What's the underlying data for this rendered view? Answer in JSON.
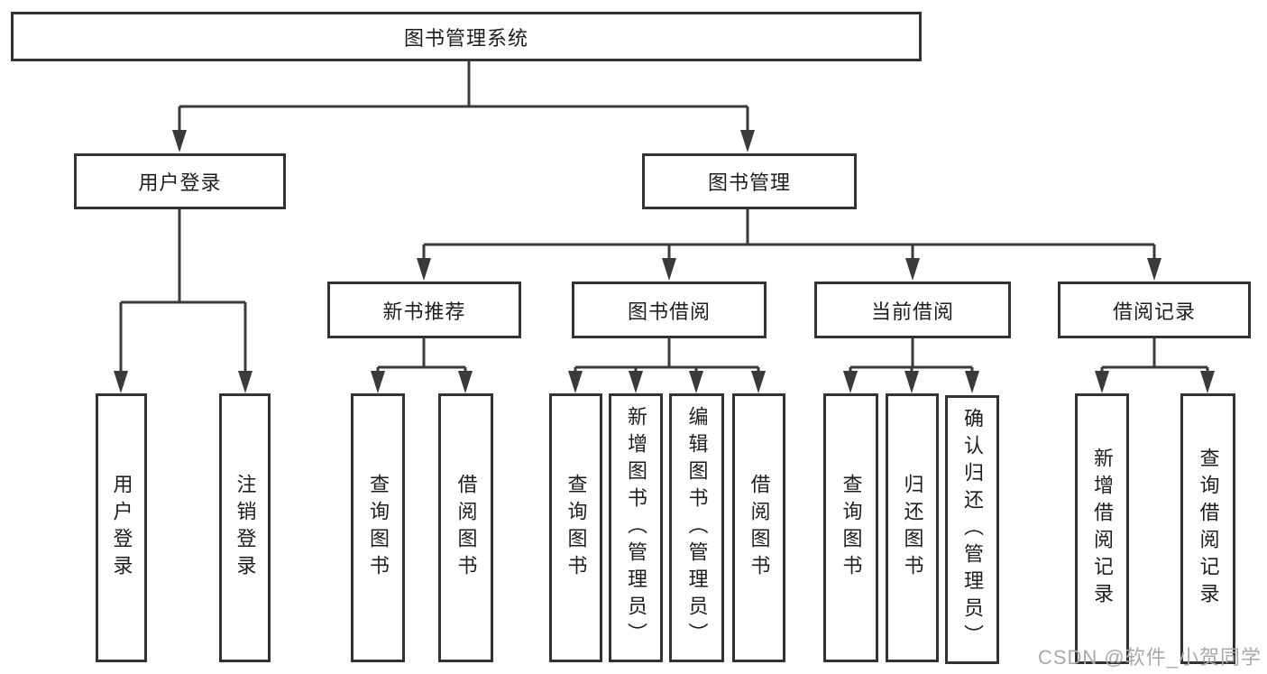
{
  "colors": {
    "line": "#3a3a3a",
    "box_border": "#333333",
    "text": "#1e1e1e",
    "background": "#ffffff",
    "watermark": "#a9a9a9"
  },
  "nodes": {
    "root": {
      "label": "图书管理系统"
    },
    "user_login": {
      "label": "用户登录"
    },
    "book_management": {
      "label": "图书管理"
    },
    "new_book_recommendation": {
      "label": "新书推荐"
    },
    "book_borrowing": {
      "label": "图书借阅"
    },
    "current_borrowing": {
      "label": "当前借阅"
    },
    "borrowing_records": {
      "label": "借阅记录"
    }
  },
  "leaves": [
    {
      "label": "用户登录"
    },
    {
      "label": "注销登录"
    },
    {
      "label": "查询图书"
    },
    {
      "label": "借阅图书"
    },
    {
      "label": "查询图书"
    },
    {
      "label": "新增图书（管理员）"
    },
    {
      "label": "编辑图书（管理员）"
    },
    {
      "label": "借阅图书"
    },
    {
      "label": "查询图书"
    },
    {
      "label": "归还图书"
    },
    {
      "label": "确认归还（管理员）"
    },
    {
      "label": "新增借阅记录"
    },
    {
      "label": "查询借阅记录"
    }
  ],
  "watermark": {
    "text": "CSDN @软件_小贺同学"
  }
}
